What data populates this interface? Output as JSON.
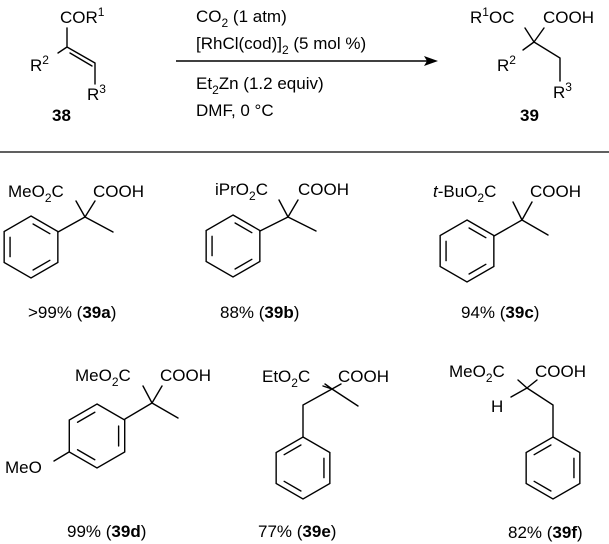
{
  "reaction": {
    "reactant": {
      "group_top": [
        [
          "COR",
          ""
        ],
        [
          "1",
          "sup"
        ]
      ],
      "group_left": [
        [
          "R",
          ""
        ],
        [
          "2",
          "sup"
        ]
      ],
      "group_bottom": [
        [
          "R",
          ""
        ],
        [
          "3",
          "sup"
        ]
      ],
      "id": [
        [
          "38",
          "b"
        ]
      ]
    },
    "conditions": {
      "line1": [
        [
          "CO",
          ""
        ],
        [
          "2",
          "sub"
        ],
        [
          " (1 atm)",
          ""
        ]
      ],
      "line2": [
        [
          "[RhCl(cod)]",
          ""
        ],
        [
          "2",
          "sub"
        ],
        [
          " (5 mol %)",
          ""
        ]
      ],
      "line3": [
        [
          "Et",
          ""
        ],
        [
          "2",
          "sub"
        ],
        [
          "Zn (1.2 equiv)",
          ""
        ]
      ],
      "line4": [
        [
          "DMF, 0 °C",
          ""
        ]
      ]
    },
    "product": {
      "group_ester": [
        [
          "R",
          ""
        ],
        [
          "1",
          "sup"
        ],
        [
          "OC",
          ""
        ]
      ],
      "group_acid": [
        [
          "COOH",
          ""
        ]
      ],
      "group_left": [
        [
          "R",
          ""
        ],
        [
          "2",
          "sup"
        ]
      ],
      "group_bottom": [
        [
          "R",
          ""
        ],
        [
          "3",
          "sup"
        ]
      ],
      "id": [
        [
          "39",
          "b"
        ]
      ]
    }
  },
  "examples": [
    {
      "ester": [
        [
          "MeO",
          ""
        ],
        [
          "2",
          "sub"
        ],
        [
          "C",
          ""
        ]
      ],
      "acid": [
        [
          "COOH",
          ""
        ]
      ],
      "caption": [
        [
          ">99% (",
          ""
        ],
        [
          "39a",
          "b"
        ],
        [
          ")",
          ""
        ]
      ]
    },
    {
      "ester": [
        [
          "iPrO",
          ""
        ],
        [
          "2",
          "sub"
        ],
        [
          "C",
          ""
        ]
      ],
      "acid": [
        [
          "COOH",
          ""
        ]
      ],
      "caption": [
        [
          "88% (",
          ""
        ],
        [
          "39b",
          "b"
        ],
        [
          ")",
          ""
        ]
      ]
    },
    {
      "ester": [
        [
          "t",
          "i"
        ],
        [
          "-BuO",
          ""
        ],
        [
          "2",
          "sub"
        ],
        [
          "C",
          ""
        ]
      ],
      "acid": [
        [
          "COOH",
          ""
        ]
      ],
      "caption": [
        [
          "94% (",
          ""
        ],
        [
          "39c",
          "b"
        ],
        [
          ")",
          ""
        ]
      ]
    },
    {
      "ester": [
        [
          "MeO",
          ""
        ],
        [
          "2",
          "sub"
        ],
        [
          "C",
          ""
        ]
      ],
      "acid": [
        [
          "COOH",
          ""
        ]
      ],
      "substituent": [
        [
          "MeO",
          ""
        ]
      ],
      "caption": [
        [
          "99% (",
          ""
        ],
        [
          "39d",
          "b"
        ],
        [
          ")",
          ""
        ]
      ]
    },
    {
      "ester": [
        [
          "EtO",
          ""
        ],
        [
          "2",
          "sub"
        ],
        [
          "C",
          ""
        ]
      ],
      "acid": [
        [
          "COOH",
          ""
        ]
      ],
      "caption": [
        [
          "77% (",
          ""
        ],
        [
          "39e",
          "b"
        ],
        [
          ")",
          ""
        ]
      ]
    },
    {
      "ester": [
        [
          "MeO",
          ""
        ],
        [
          "2",
          "sub"
        ],
        [
          "C",
          ""
        ]
      ],
      "acid": [
        [
          "COOH",
          ""
        ]
      ],
      "hydrogen": [
        [
          "H",
          ""
        ]
      ],
      "caption": [
        [
          "82% (",
          ""
        ],
        [
          "39f",
          "b"
        ],
        [
          ")",
          ""
        ]
      ]
    }
  ]
}
